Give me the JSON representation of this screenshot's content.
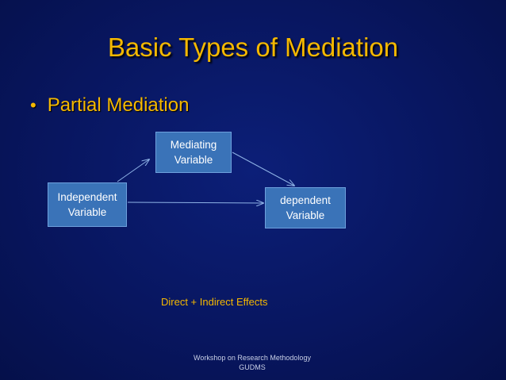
{
  "slide": {
    "title": "Basic Types of Mediation",
    "bullet": {
      "marker": "•",
      "text": "Partial Mediation"
    },
    "diagram": {
      "nodes": {
        "mediating": {
          "line1": "Mediating",
          "line2": "Variable"
        },
        "independent": {
          "line1": "Independent",
          "line2": "Variable"
        },
        "dependent": {
          "line1": "dependent",
          "line2": "Variable"
        }
      },
      "caption": "Direct + Indirect Effects"
    },
    "footer": {
      "line1": "Workshop on Research Methodology",
      "line2": "GUDMS"
    },
    "colors": {
      "background": "#081660",
      "title": "#f5b800",
      "box_fill": "#3a73b8",
      "arrow": "#8fb3e6"
    }
  }
}
